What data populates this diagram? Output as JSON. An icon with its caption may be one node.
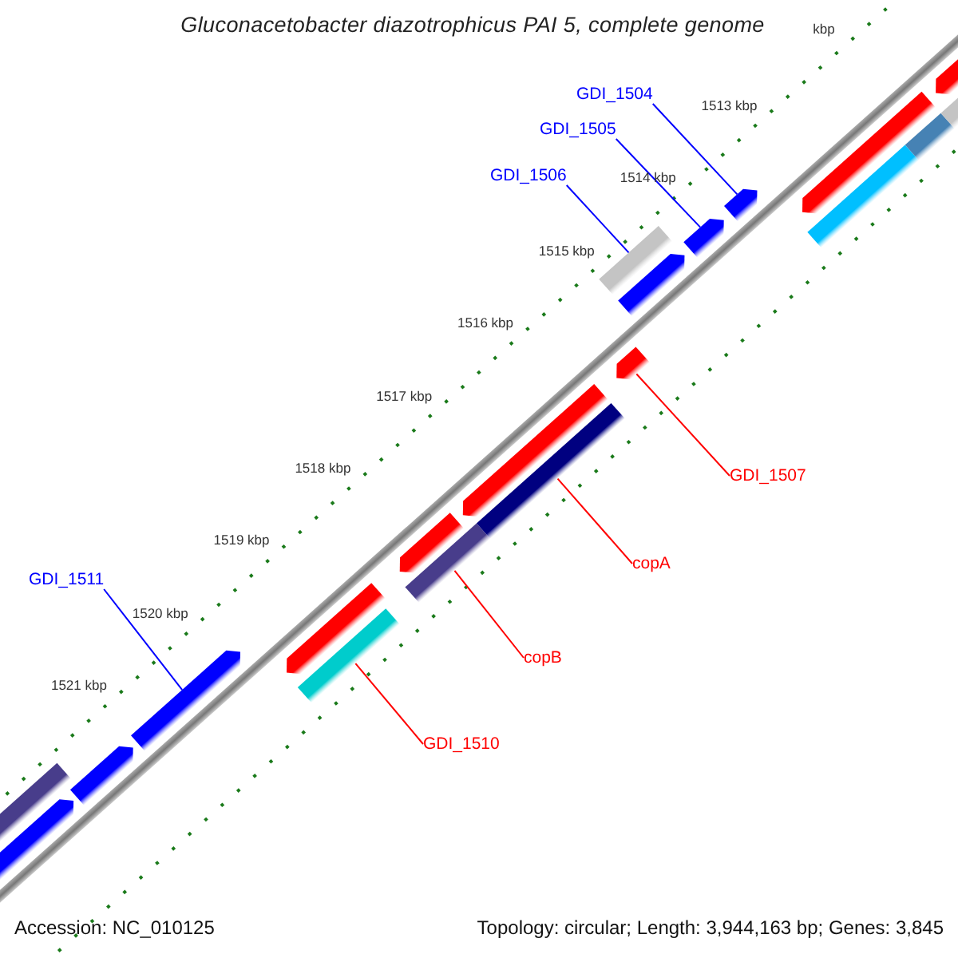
{
  "diagram": {
    "title": "Gluconacetobacter diazotrophicus PAI 5, complete genome",
    "nodes": [
      {
        "text": [
          "GDI_1504"
        ]
      },
      {
        "text": [
          "GDI_1505"
        ]
      },
      {
        "text": [
          "GDI_1506"
        ]
      },
      {
        "text": [
          "GDI_1507"
        ]
      },
      {
        "text": [
          "copA"
        ]
      },
      {
        "text": [
          "GDI_1511"
        ]
      },
      {
        "text": [
          "copB"
        ]
      },
      {
        "text": [
          "GDI_1510"
        ]
      },
      {
        "text": [],
        "shape": "bar"
      },
      {
        "text": [],
        "shape": "pentagon"
      },
      {
        "text": [],
        "shape": "pentagon"
      },
      {
        "text": [],
        "shape": "pentagon"
      },
      {
        "text": [],
        "shape": "pentagon"
      },
      {
        "text": [],
        "shape": "bar"
      },
      {
        "text": [],
        "shape": "pentagon"
      },
      {
        "text": [],
        "shape": "bar"
      },
      {
        "text": [],
        "shape": "pentagon"
      },
      {
        "text": [],
        "shape": "bar"
      },
      {
        "text": [],
        "shape": "pentagon"
      },
      {
        "text": [],
        "shape": "bar"
      },
      {
        "text": [],
        "shape": "pentagon"
      },
      {
        "text": [],
        "shape": "pentagon"
      },
      {
        "text": [],
        "shape": "pentagon"
      },
      {
        "text": [],
        "shape": "pentagon"
      },
      {
        "text": [],
        "shape": "bar"
      },
      {
        "text": [],
        "shape": "pentagon"
      },
      {
        "text": [],
        "shape": "bar"
      },
      {
        "text": [],
        "shape": "bar"
      }
    ],
    "edges": [
      {
        "from": 0,
        "to": 22,
        "arrow": "none",
        "color": "#0000ff"
      },
      {
        "from": 1,
        "to": 21,
        "arrow": "none",
        "color": "#0000ff"
      },
      {
        "from": 2,
        "to": 19,
        "arrow": "none",
        "color": "#0000ff"
      },
      {
        "from": 3,
        "to": 18,
        "arrow": "none",
        "color": "#ff0000"
      },
      {
        "from": 4,
        "to": 17,
        "arrow": "none",
        "color": "#ff0000"
      },
      {
        "from": 5,
        "to": 11,
        "arrow": "none",
        "color": "#0000ff"
      },
      {
        "from": 6,
        "to": 15,
        "arrow": "none",
        "color": "#ff0000"
      },
      {
        "from": 7,
        "to": 13,
        "arrow": "none",
        "color": "#ff0000"
      }
    ],
    "labels": [
      "kbp",
      "1513 kbp",
      "1514 kbp",
      "1515 kbp",
      "1516 kbp",
      "1517 kbp",
      "1518 kbp",
      "1519 kbp",
      "1520 kbp",
      "1521 kbp",
      "Accession: NC_010125",
      "Topology: circular; Length: 3,944,163 bp; Genes: 3,845"
    ]
  }
}
